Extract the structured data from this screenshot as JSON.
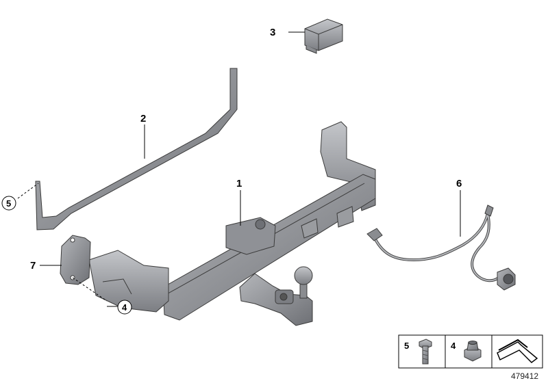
{
  "callouts": {
    "c1": "1",
    "c2": "2",
    "c3": "3",
    "c4": "4",
    "c5": "5",
    "c6": "6",
    "c7": "7"
  },
  "legend": {
    "bolt_label": "5",
    "nut_label": "4"
  },
  "figure_id": "479412",
  "colors": {
    "part_fill": "#9a9ca0",
    "part_dark": "#6e7075",
    "part_light": "#c4c6ca"
  }
}
